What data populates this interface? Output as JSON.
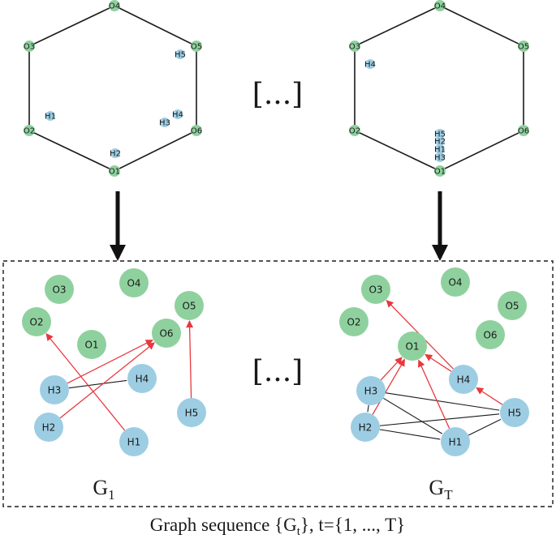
{
  "colors": {
    "oxygen": "#8fd19e",
    "hydrogen": "#9dcde3",
    "edge_black": "#1a1a1a",
    "edge_red": "#e8383d",
    "arrow": "#111111"
  },
  "ellipsis_text": "[...]",
  "caption": {
    "prefix": "Graph sequence {G",
    "sub": "t",
    "suffix": "}, t={1, ..., T}"
  },
  "graph_labels": {
    "first": {
      "main": "G",
      "sub": "1"
    },
    "last": {
      "main": "G",
      "sub": "T"
    }
  },
  "panels": [
    {
      "id": "ring1",
      "oxygen": [
        {
          "id": "O1",
          "label": "O1"
        },
        {
          "id": "O2",
          "label": "O2"
        },
        {
          "id": "O3",
          "label": "O3"
        },
        {
          "id": "O4",
          "label": "O4"
        },
        {
          "id": "O5",
          "label": "O5"
        },
        {
          "id": "O6",
          "label": "O6"
        }
      ],
      "hydrogen": [
        {
          "id": "H1",
          "label": "H1"
        },
        {
          "id": "H2",
          "label": "H2"
        },
        {
          "id": "H3",
          "label": "H3"
        },
        {
          "id": "H4",
          "label": "H4"
        },
        {
          "id": "H5",
          "label": "H5"
        }
      ]
    },
    {
      "id": "ringT",
      "oxygen": [
        {
          "id": "O1",
          "label": "O1"
        },
        {
          "id": "O2",
          "label": "O2"
        },
        {
          "id": "O3",
          "label": "O3"
        },
        {
          "id": "O4",
          "label": "O4"
        },
        {
          "id": "O5",
          "label": "O5"
        },
        {
          "id": "O6",
          "label": "O6"
        }
      ],
      "hydrogen": [
        {
          "id": "H1",
          "label": "H1"
        },
        {
          "id": "H2",
          "label": "H2"
        },
        {
          "id": "H3",
          "label": "H3"
        },
        {
          "id": "H4",
          "label": "H4"
        },
        {
          "id": "H5",
          "label": "H5"
        }
      ]
    }
  ],
  "graphs": [
    {
      "id": "G1",
      "nodes": [
        {
          "id": "O1",
          "label": "O1",
          "kind": "oxygen"
        },
        {
          "id": "O2",
          "label": "O2",
          "kind": "oxygen"
        },
        {
          "id": "O3",
          "label": "O3",
          "kind": "oxygen"
        },
        {
          "id": "O4",
          "label": "O4",
          "kind": "oxygen"
        },
        {
          "id": "O5",
          "label": "O5",
          "kind": "oxygen"
        },
        {
          "id": "O6",
          "label": "O6",
          "kind": "oxygen"
        },
        {
          "id": "H1",
          "label": "H1",
          "kind": "hydrogen"
        },
        {
          "id": "H2",
          "label": "H2",
          "kind": "hydrogen"
        },
        {
          "id": "H3",
          "label": "H3",
          "kind": "hydrogen"
        },
        {
          "id": "H4",
          "label": "H4",
          "kind": "hydrogen"
        },
        {
          "id": "H5",
          "label": "H5",
          "kind": "hydrogen"
        }
      ],
      "edges": [
        {
          "from": "H3",
          "to": "H4",
          "type": "undirected"
        },
        {
          "from": "H1",
          "to": "O2",
          "type": "directed"
        },
        {
          "from": "H2",
          "to": "O6",
          "type": "directed"
        },
        {
          "from": "H3",
          "to": "O6",
          "type": "directed"
        },
        {
          "from": "H5",
          "to": "O5",
          "type": "directed"
        }
      ]
    },
    {
      "id": "GT",
      "nodes": [
        {
          "id": "O1",
          "label": "O1",
          "kind": "oxygen"
        },
        {
          "id": "O2",
          "label": "O2",
          "kind": "oxygen"
        },
        {
          "id": "O3",
          "label": "O3",
          "kind": "oxygen"
        },
        {
          "id": "O4",
          "label": "O4",
          "kind": "oxygen"
        },
        {
          "id": "O5",
          "label": "O5",
          "kind": "oxygen"
        },
        {
          "id": "O6",
          "label": "O6",
          "kind": "oxygen"
        },
        {
          "id": "H1",
          "label": "H1",
          "kind": "hydrogen"
        },
        {
          "id": "H2",
          "label": "H2",
          "kind": "hydrogen"
        },
        {
          "id": "H3",
          "label": "H3",
          "kind": "hydrogen"
        },
        {
          "id": "H4",
          "label": "H4",
          "kind": "hydrogen"
        },
        {
          "id": "H5",
          "label": "H5",
          "kind": "hydrogen"
        }
      ],
      "edges": [
        {
          "from": "H3",
          "to": "H2",
          "type": "undirected"
        },
        {
          "from": "H3",
          "to": "H1",
          "type": "undirected"
        },
        {
          "from": "H3",
          "to": "H5",
          "type": "undirected"
        },
        {
          "from": "H2",
          "to": "H1",
          "type": "undirected"
        },
        {
          "from": "H2",
          "to": "H5",
          "type": "undirected"
        },
        {
          "from": "H1",
          "to": "H5",
          "type": "undirected"
        },
        {
          "from": "H3",
          "to": "O1",
          "type": "directed"
        },
        {
          "from": "H2",
          "to": "O1",
          "type": "directed"
        },
        {
          "from": "H1",
          "to": "O1",
          "type": "directed"
        },
        {
          "from": "H4",
          "to": "O1",
          "type": "directed"
        },
        {
          "from": "H4",
          "to": "O3",
          "type": "directed"
        },
        {
          "from": "H5",
          "to": "H4",
          "type": "directed"
        }
      ]
    }
  ]
}
